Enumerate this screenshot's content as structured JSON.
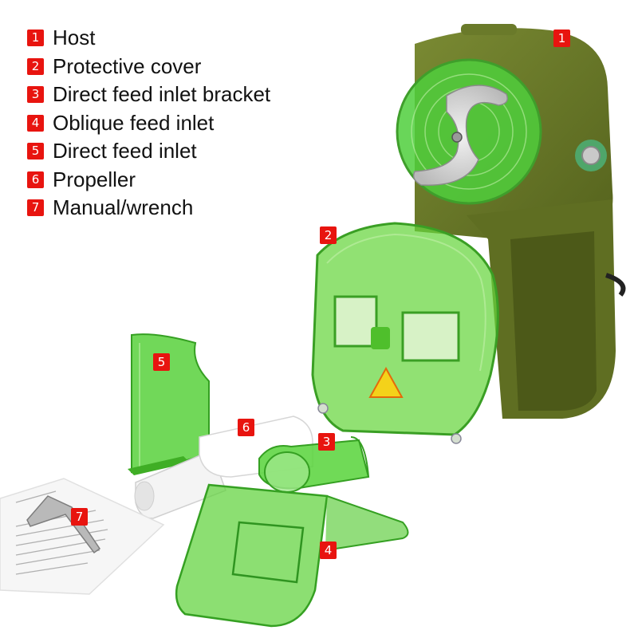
{
  "colors": {
    "badge": "#e8140f",
    "machine_olive": "#6b7a2a",
    "plastic_green": "#57c233",
    "text": "#111111"
  },
  "legend": [
    {
      "number": "1",
      "label": "Host"
    },
    {
      "number": "2",
      "label": "Protective cover"
    },
    {
      "number": "3",
      "label": "Direct feed inlet bracket"
    },
    {
      "number": "4",
      "label": "Oblique feed inlet"
    },
    {
      "number": "5",
      "label": "Direct feed inlet"
    },
    {
      "number": "6",
      "label": "Propeller"
    },
    {
      "number": "7",
      "label": "Manual/wrench"
    }
  ]
}
